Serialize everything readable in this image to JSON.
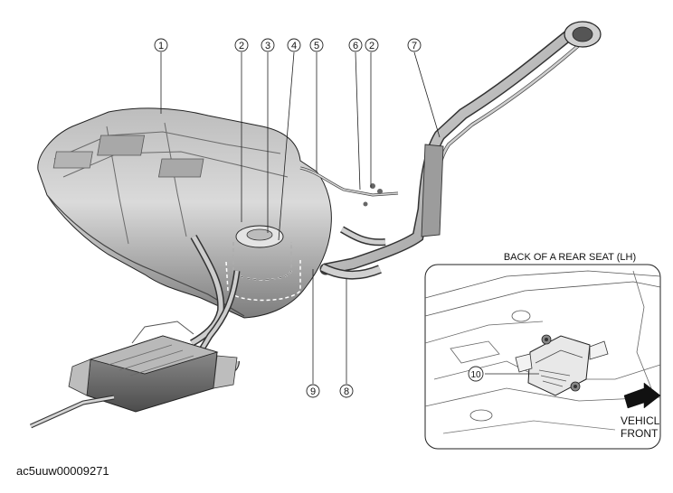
{
  "callouts": [
    {
      "id": "c1",
      "label": "1"
    },
    {
      "id": "c2a",
      "label": "2"
    },
    {
      "id": "c3",
      "label": "3"
    },
    {
      "id": "c4",
      "label": "4"
    },
    {
      "id": "c5",
      "label": "5"
    },
    {
      "id": "c6",
      "label": "6"
    },
    {
      "id": "c2b",
      "label": "2"
    },
    {
      "id": "c7",
      "label": "7"
    },
    {
      "id": "c8",
      "label": "8"
    },
    {
      "id": "c9",
      "label": "9"
    },
    {
      "id": "c10",
      "label": "10"
    }
  ],
  "inset": {
    "title": "BACK OF A REAR SEAT (LH)",
    "direction_line1": "VEHICLE",
    "direction_line2": "FRONT"
  },
  "footer": {
    "code": "ac5uuw00009271"
  },
  "colors": {
    "line": "#222222",
    "tank_fill": "#d4d4d4",
    "tank_shadow": "#8a8a8a",
    "pipe_fill": "#c8c8c8",
    "dashed": "#ffffff"
  }
}
